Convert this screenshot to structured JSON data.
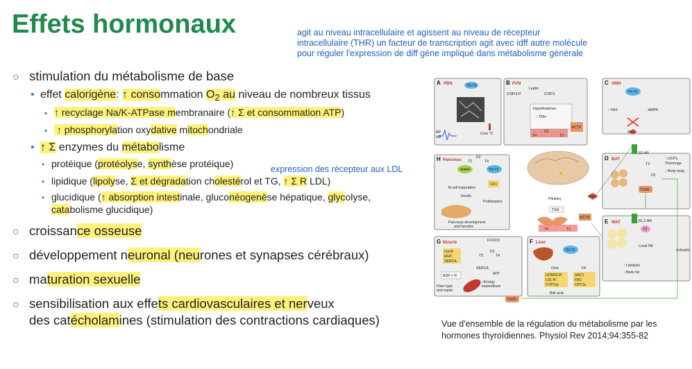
{
  "title": "Effets hormonaux",
  "note_top": "agit au niveau intracellulaire et agissent au  niveau de récepteur intracellulaire (THR) un facteur de transcription agit avec idff autre molécule pour réguler l'expression de diff gène impliqué dans métabolisme générale",
  "note_ldl": "expression des récepteur aux LDL",
  "bullets": {
    "b1": "stimulation du métabolisme de base",
    "b1_1_a": "effet ",
    "b1_1_b": "calorigène",
    "b1_1_c": ": ",
    "b1_1_d": "↑ conso",
    "b1_1_e": "mmation ",
    "b1_1_f": "O",
    "b1_1_sub": "2",
    "b1_1_g": " au",
    "b1_1_h": " niveau de nombreux tissus",
    "b1_1_1a": "↑ recyclage Na/K-ATPase m",
    "b1_1_1b": "embranaire (",
    "b1_1_1c": "↑ Σ et consommation ATP",
    "b1_1_1d": ")",
    "b1_1_2a": " ↑ phosphoryla",
    "b1_1_2b": "tion oxy",
    "b1_1_2c": "dative",
    "b1_1_2d": " m",
    "b1_1_2e": "itoch",
    "b1_1_2f": "ondriale",
    "b1_2a": "↑ Σ",
    "b1_2b": " enzymes du ",
    "b1_2c": "métabo",
    "b1_2d": "lisme",
    "p1a": "protéique (",
    "p1b": "protéolys",
    "p1c": "e, ",
    "p1d": "synth",
    "p1e": "èse protéique)",
    "p2a": "lipidique (",
    "p2b": "lipoly",
    "p2c": "se, ",
    "p2d": "Σ et dégrada",
    "p2e": "tion ch",
    "p2f": "olesté",
    "p2g": "rol et TG, ",
    "p2h": "↑ Σ R",
    "p2i": " LDL)",
    "p3a": "glucidique (",
    "p3b": "↑ absorption intest",
    "p3c": "inale, gluco",
    "p3d": "néogenè",
    "p3e": "se hépatique, ",
    "p3f": "glyc",
    "p3g": "olyse,",
    "p3h": "cata",
    "p3i": "bolisme glucidique)",
    "b2a": "croissan",
    "b2b": "ce osseuse",
    "b3a": "développement n",
    "b3b": "euronal (neu",
    "b3c": "rones et synapses cérébraux)",
    "b4a": "ma",
    "b4b": "turation sexuelle",
    "b5a": "sensibilisation aux effe",
    "b5b": "ts cardiovasculaires et ner",
    "b5c": "veux",
    "b5d": "des cat",
    "b5e": "écholam",
    "b5f": "ines (stimulation des contractions cardiaques)"
  },
  "figure": {
    "panels": {
      "A": {
        "letter": "A",
        "name": "PBN"
      },
      "B": {
        "letter": "B",
        "name": "PVN"
      },
      "C": {
        "letter": "C",
        "name": "VMH"
      },
      "D": {
        "letter": "D",
        "name": "BAT"
      },
      "E": {
        "letter": "E",
        "name": "WAT"
      },
      "F": {
        "letter": "F",
        "name": "Liver"
      },
      "G": {
        "letter": "G",
        "name": "Muscle"
      },
      "H": {
        "letter": "H",
        "name": "Pancreas"
      }
    },
    "labels": {
      "tr_t3": "TR:T3",
      "bp": "BP",
      "hr": "HR",
      "core": "Core °C",
      "leptin": "Leptin",
      "stat3p": "STAT3-P",
      "stat3": "STAT3",
      "hypothalamus": "Hypothalamus",
      "trh": "↑ TRH",
      "d2": "D2",
      "t4": "T4",
      "t3": "T3",
      "mct8": "MCT8",
      "fas": "↑ FAS",
      "ampk": "↓ AMPK",
      "sns": "SNS",
      "b3ar": "β3-AR",
      "ucp1": "↑ UCP1,",
      "thermo": "Thermoge",
      "bodyw": "↓ Body weig",
      "tgr5": "TGR5",
      "pituitary": "Pituitary",
      "tsh": "TSH",
      "b12ar": "β1,2-AR",
      "localne": "Local NE",
      "lipolysis": "↑ Lipolysis",
      "bodyfat": "↓ Body fat",
      "activation": "Activatio",
      "mafa": "MAFA",
      "cd1": "CD1",
      "bcell": "B-cell maturation",
      "insulin": "Insulin",
      "prolif": "Proliferation",
      "pancdev1": "Pancreas development",
      "pancdev2": "and function",
      "foxo3": "FOXO3",
      "myod": "myoD",
      "mhc": "MHC",
      "serca": "SERCA",
      "adp": "ADP + Pᵢ",
      "atp": "ATP",
      "energy1": "↑Energy",
      "energy2": "expenditure",
      "fiber1": "Fiber type",
      "fiber2": "and repair",
      "chol": "Chol",
      "fa": "FA",
      "hmgcr": "HOMGCR",
      "ldlr": "LDL-R",
      "cyp7a1": "CYP7a1",
      "aac1": "AAC1",
      "fas2": "FAS",
      "cpt1a": "CPT1α",
      "bileacid": "Bile acid"
    }
  },
  "caption": "Vue d'ensemble de la régulation du métabolisme par les hormones thyroïdiennes. Physiol Rev 2014;94:355-82",
  "colors": {
    "title": "#1f8a4c",
    "note": "#1f5fbf",
    "highlight": "#fff27a",
    "bullet_blue": "#2e86de"
  }
}
